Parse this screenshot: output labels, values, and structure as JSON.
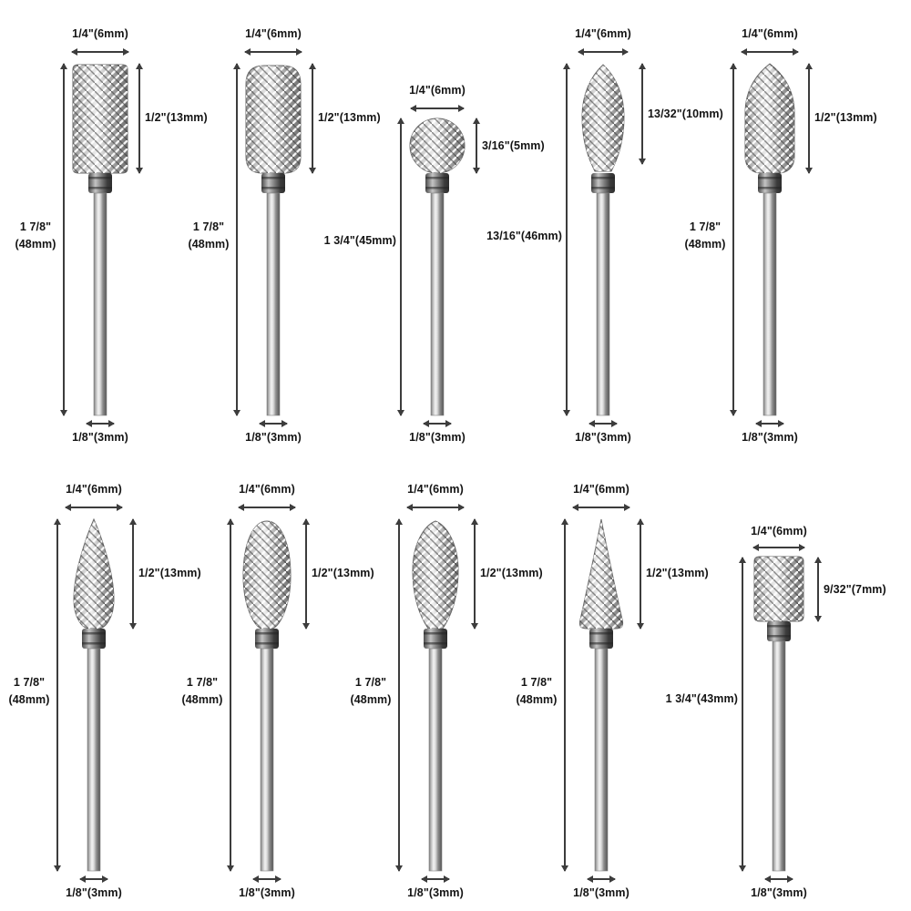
{
  "colors": {
    "arrow": "#3c3c3c",
    "text": "#141414",
    "background": "#ffffff"
  },
  "bits": [
    {
      "shape": "cylinder",
      "top_dia": "1/4\"(6mm)",
      "head_len": "1/2\"(13mm)",
      "total_1": "1 7/8\"",
      "total_2": "(48mm)",
      "shank_dia": "1/8\"(3mm)"
    },
    {
      "shape": "cylinder-round-end",
      "top_dia": "1/4\"(6mm)",
      "head_len": "1/2\"(13mm)",
      "total_1": "1 7/8\"",
      "total_2": "(48mm)",
      "shank_dia": "1/8\"(3mm)"
    },
    {
      "shape": "ball",
      "top_dia": "1/4\"(6mm)",
      "head_len": "3/16\"(5mm)",
      "total_1": "1 3/4\"(45mm)",
      "total_2": "",
      "shank_dia": "1/8\"(3mm)"
    },
    {
      "shape": "flame",
      "top_dia": "1/4\"(6mm)",
      "head_len": "13/32\"(10mm)",
      "total_1": "13/16\"(46mm)",
      "total_2": "",
      "shank_dia": "1/8\"(3mm)"
    },
    {
      "shape": "tree-pointed",
      "top_dia": "1/4\"(6mm)",
      "head_len": "1/2\"(13mm)",
      "total_1": "1 7/8\"",
      "total_2": "(48mm)",
      "shank_dia": "1/8\"(3mm)"
    },
    {
      "shape": "taper-point",
      "top_dia": "1/4\"(6mm)",
      "head_len": "1/2\"(13mm)",
      "total_1": "1 7/8\"",
      "total_2": "(48mm)",
      "shank_dia": "1/8\"(3mm)"
    },
    {
      "shape": "oval-egg",
      "top_dia": "1/4\"(6mm)",
      "head_len": "1/2\"(13mm)",
      "total_1": "1 7/8\"",
      "total_2": "(48mm)",
      "shank_dia": "1/8\"(3mm)"
    },
    {
      "shape": "flame-round-end",
      "top_dia": "1/4\"(6mm)",
      "head_len": "1/2\"(13mm)",
      "total_1": "1 7/8\"",
      "total_2": "(48mm)",
      "shank_dia": "1/8\"(3mm)"
    },
    {
      "shape": "cone-point",
      "top_dia": "1/4\"(6mm)",
      "head_len": "1/2\"(13mm)",
      "total_1": "1 7/8\"",
      "total_2": "(48mm)",
      "shank_dia": "1/8\"(3mm)"
    },
    {
      "shape": "cylinder-short",
      "top_dia": "1/4\"(6mm)",
      "head_len": "9/32\"(7mm)",
      "total_1": "1 3/4\"(43mm)",
      "total_2": "",
      "shank_dia": "1/8\"(3mm)"
    }
  ]
}
